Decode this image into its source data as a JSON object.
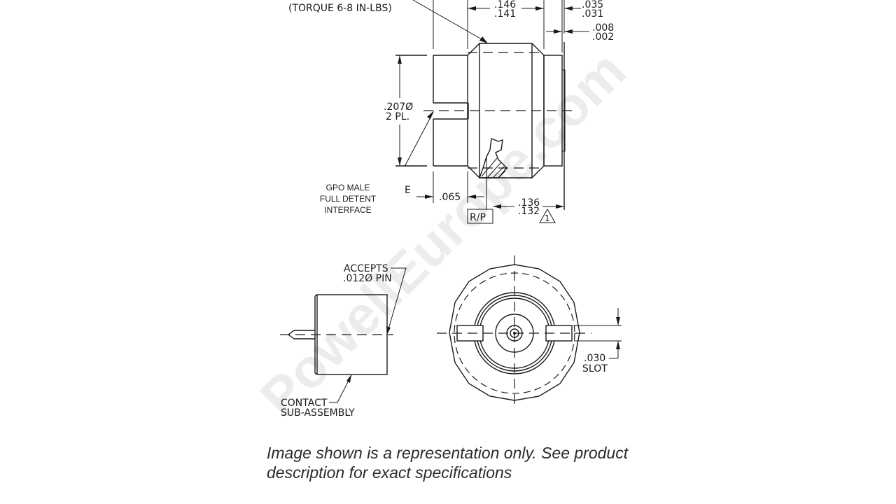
{
  "drawing": {
    "top_view": {
      "torque_note": "(TORQUE 6-8 IN-LBS)",
      "dim_body_length": {
        "max": ".146",
        "min": ".141"
      },
      "dim_right_flange": {
        "max": ".035",
        "min": ".031"
      },
      "dim_face_gap": {
        "max": ".008",
        "min": ".002"
      },
      "dim_diameter": {
        "value": ".207Ø",
        "qty": "2 PL."
      },
      "dim_step": ".065",
      "dim_rp_offset": {
        "max": ".136",
        "min": ".132"
      },
      "ref_box": "R/P",
      "revision_flag": "1",
      "interface_label": [
        "GPO MALE",
        "FULL DETENT",
        "INTERFACE"
      ],
      "edge_mark": "E"
    },
    "side_view": {
      "accepts_label": [
        "ACCEPTS",
        ".012Ø  PIN"
      ],
      "contact_label": [
        "CONTACT",
        "SUB-ASSEMBLY"
      ]
    },
    "end_view": {
      "slot_label": [
        ".030",
        "SLOT"
      ]
    },
    "watermark": "PowellEurope.com"
  },
  "caption": "Image shown is a representation only. See product description for exact specifications"
}
